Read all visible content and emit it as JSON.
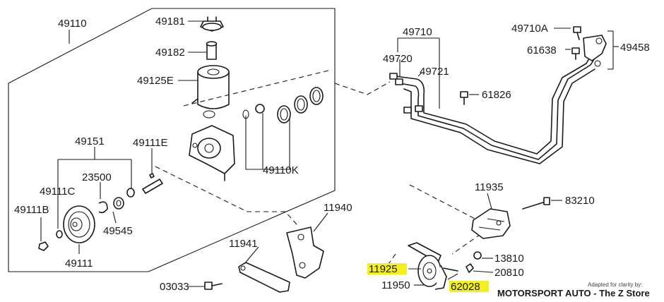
{
  "part_numbers": {
    "p49110": "49110",
    "p49181": "49181",
    "p49182": "49182",
    "p49125E": "49125E",
    "p49110K": "49110K",
    "p49151": "49151",
    "p49111E": "49111E",
    "p23500": "23500",
    "p49111C": "49111C",
    "p49111B": "49111B",
    "p49545": "49545",
    "p49111": "49111",
    "p49710": "49710",
    "p49720": "49720",
    "p49721": "49721",
    "p61826": "61826",
    "p49710A": "49710A",
    "p61638": "61638",
    "p49458": "49458",
    "p11935": "11935",
    "p83210": "83210",
    "p11940": "11940",
    "p11941": "11941",
    "p03033": "03033",
    "p13810": "13810",
    "p20810": "20810",
    "p11950": "11950"
  },
  "highlighted_parts": {
    "p11925": "11925",
    "p62028": "62028"
  },
  "colors": {
    "highlight": "#f6ef1f",
    "ink": "#1a1a1a"
  },
  "credit": {
    "small": "Adapted for clarity by:",
    "main": "MOTORSPORT AUTO - The Z Store"
  }
}
